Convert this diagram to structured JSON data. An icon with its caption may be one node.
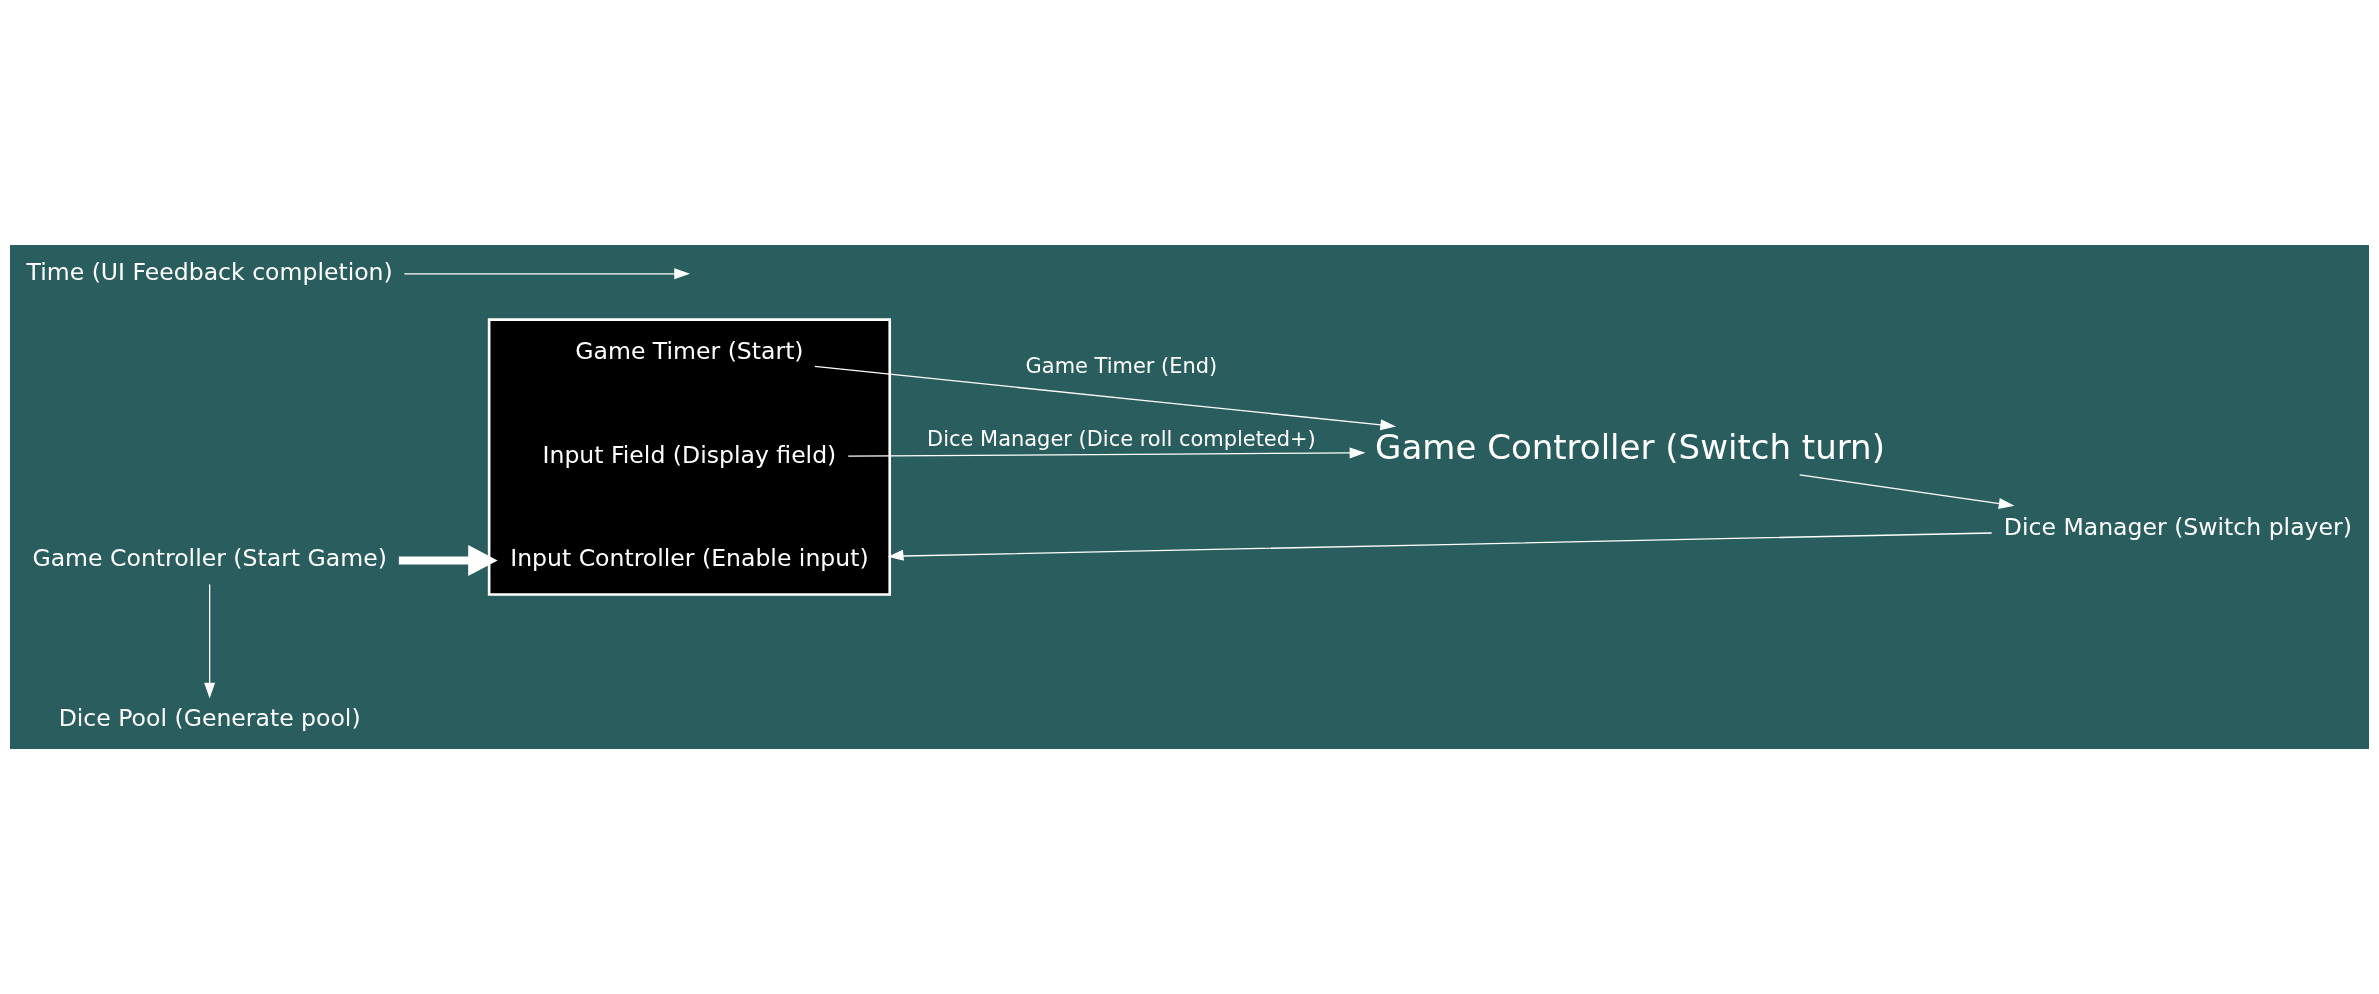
{
  "diagram": {
    "nodes": [
      {
        "text": [
          "Game Controller (Start Game)"
        ]
      },
      {
        "text": [
          "Dice Pool (Generate pool)"
        ]
      },
      {
        "text": [
          "Time (UI Feedback completion)"
        ]
      },
      {
        "text": [],
        "shape": "box"
      },
      {
        "text": [
          "Game Timer (Start)"
        ],
        "in": 3
      },
      {
        "text": [
          "Input Controller (Enable input)"
        ],
        "in": 3
      },
      {
        "text": [
          "Input Field (Display field)"
        ],
        "in": 3
      },
      {
        "text": [
          "Game Controller (Switch turn)"
        ]
      },
      {
        "text": [
          "Dice Manager (Switch player)"
        ]
      }
    ],
    "edges": [
      {
        "from": 0,
        "to": 1,
        "arrow": "to"
      },
      {
        "from": 0,
        "to": 3,
        "arrow": "to",
        "style": "thick",
        "color": "#ffffff"
      },
      {
        "from": 2,
        "to": null,
        "arrow": "to"
      },
      {
        "from": 4,
        "to": 7,
        "arrow": "to",
        "label": "Game Timer (End)"
      },
      {
        "from": 6,
        "to": 7,
        "arrow": "to",
        "label": "Dice Manager (Dice roll completed+)"
      },
      {
        "from": 7,
        "to": 8,
        "arrow": "to"
      },
      {
        "from": 8,
        "to": 3,
        "arrow": "to"
      }
    ]
  }
}
